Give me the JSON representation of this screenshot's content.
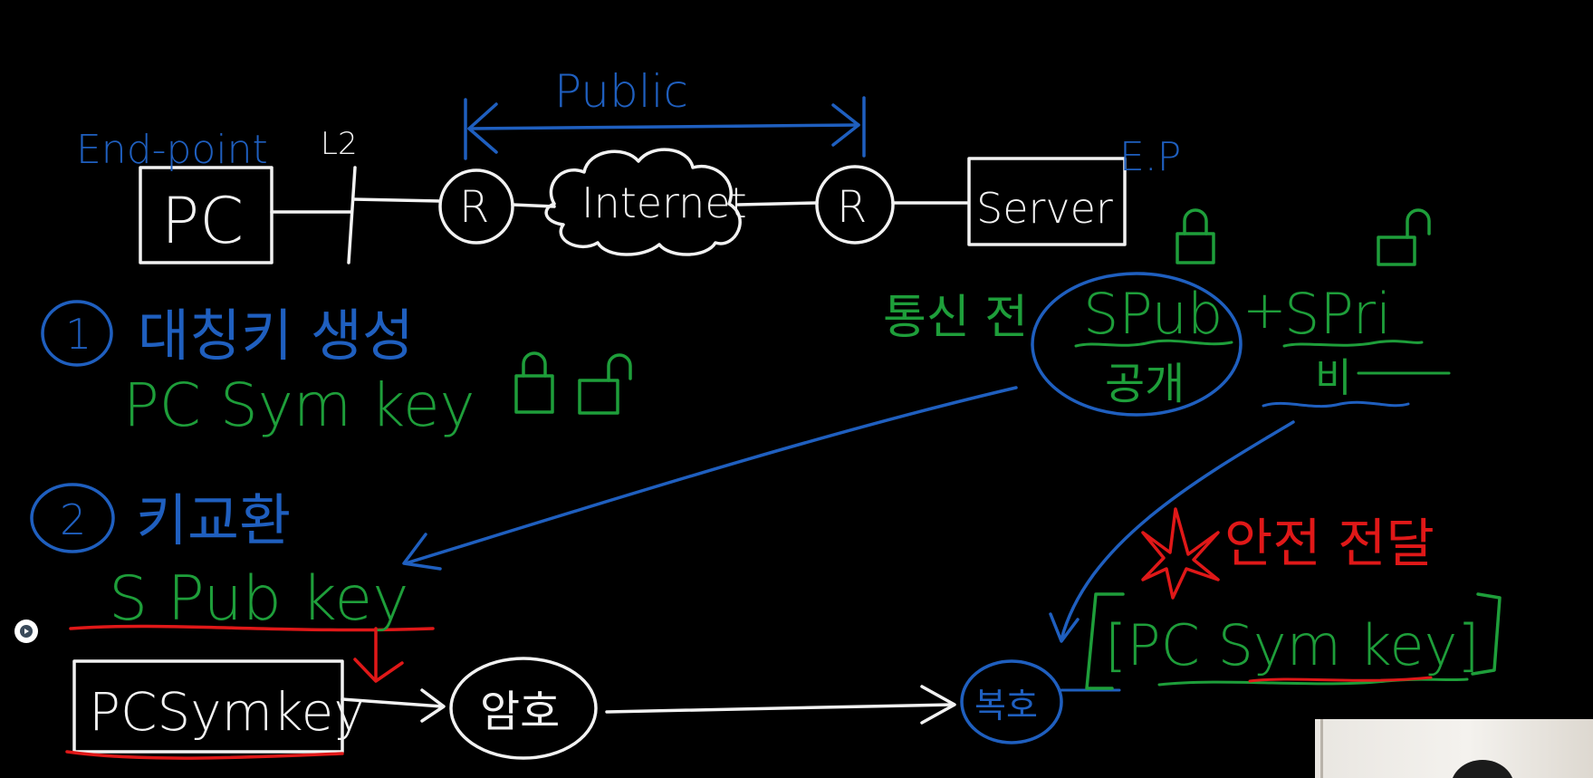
{
  "colors": {
    "background": "#000000",
    "white": "#f2f2f2",
    "blue": "#1f5fbf",
    "green": "#1e9e3a",
    "red": "#e01818"
  },
  "network": {
    "endpoint_label": "End-point",
    "l2_label": "L2",
    "public_label": "Public",
    "pc": "PC",
    "router_left": "R",
    "internet": "Internet",
    "router_right": "R",
    "server": "Server",
    "ep_label": "E.P"
  },
  "keys": {
    "before_comm": "통신 전",
    "spub": "SPub",
    "plus": "+",
    "spri": "SPri",
    "public_key": "공개",
    "private_key": "비"
  },
  "steps": [
    {
      "number": "1",
      "title": "대칭키 생성",
      "detail": "PC Sym key"
    },
    {
      "number": "2",
      "title": "키교환",
      "detail": "S Pub key"
    }
  ],
  "flow": {
    "box": "PCSymkey",
    "encrypt": "암호",
    "decrypt": "복호"
  },
  "safe_delivery": {
    "star": "★",
    "title": "안전 전달",
    "content": "[PC Sym key]"
  },
  "icons": [
    "lock-icon",
    "unlock-icon",
    "star-icon",
    "play-icon"
  ]
}
